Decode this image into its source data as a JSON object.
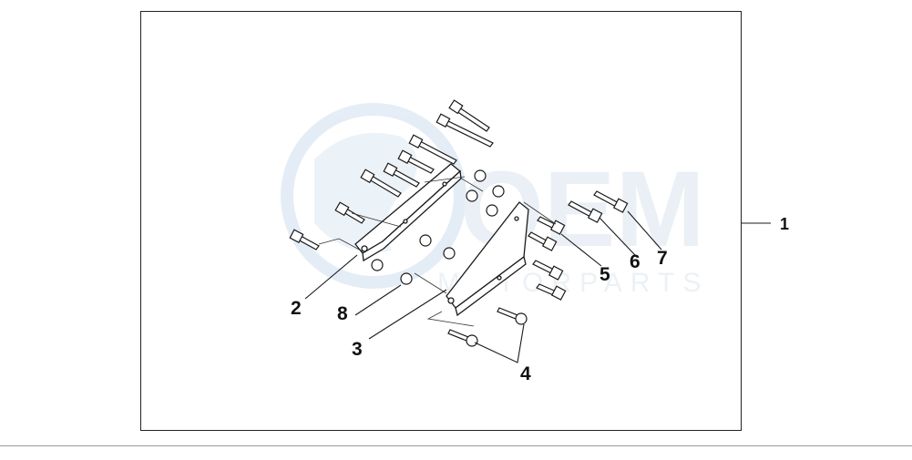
{
  "diagram": {
    "watermark": {
      "brand": "OEM",
      "subtitle": "MOTORPARTS"
    },
    "kit_label": "1",
    "callouts": [
      {
        "id": "2",
        "label": "2"
      },
      {
        "id": "3",
        "label": "3"
      },
      {
        "id": "4",
        "label": "4"
      },
      {
        "id": "5",
        "label": "5"
      },
      {
        "id": "6",
        "label": "6"
      },
      {
        "id": "7",
        "label": "7"
      },
      {
        "id": "8",
        "label": "8"
      }
    ],
    "colors": {
      "line": "#1a1a1a",
      "watermark": "#d7e6f3"
    }
  }
}
